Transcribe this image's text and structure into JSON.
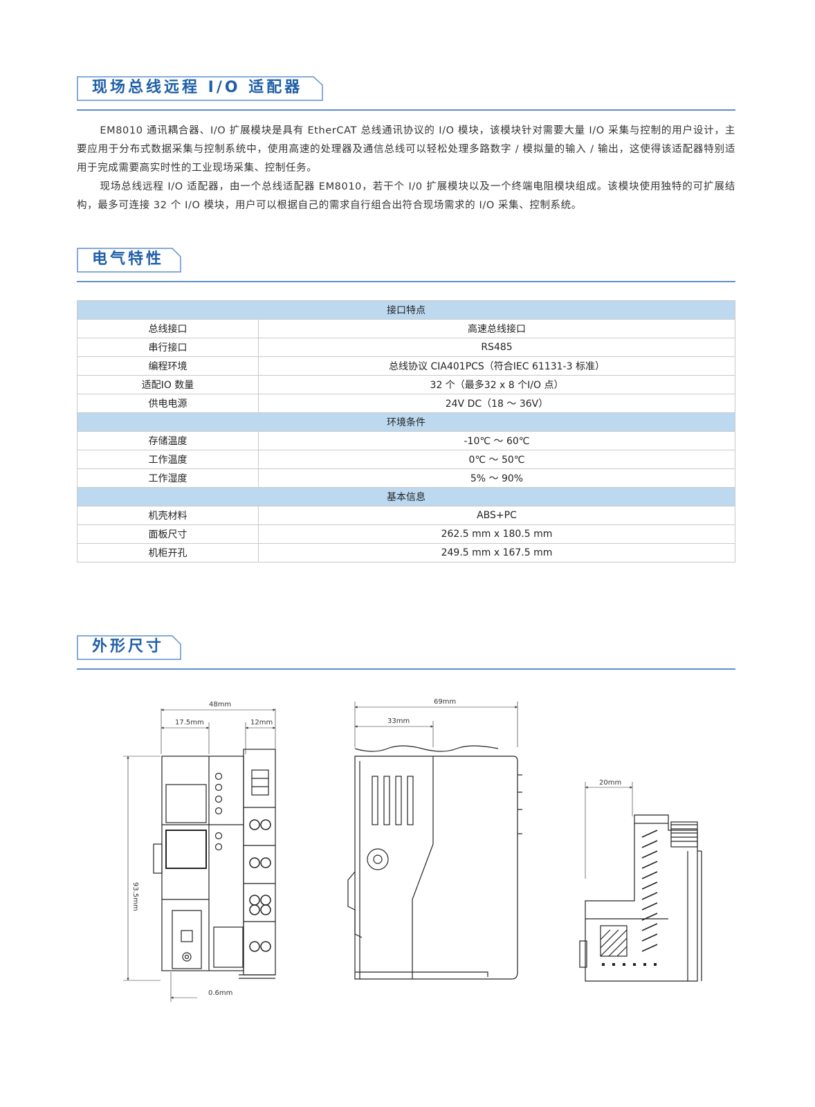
{
  "section1": {
    "title": "现场总线远程 I/O 适配器",
    "paragraphs": [
      "EM8010 通讯耦合器、I/O 扩展模块是具有 EtherCAT 总线通讯协议的 I/O 模块，该模块针对需要大量 I/O 采集与控制的用户设计，主要应用于分布式数据采集与控制系统中，使用高速的处理器及通信总线可以轻松处理多路数字 / 模拟量的输入 / 输出，这使得该适配器特别适用于完成需要高实时性的工业现场采集、控制任务。",
      "现场总线远程 I/O 适配器，由一个总线适配器 EM8010，若干个 I/0 扩展模块以及一个终端电阻模块组成。该模块使用独特的可扩展结构，最多可连接 32 个 I/O 模块，用户可以根据自己的需求自行组合出符合现场需求的 I/O 采集、控制系统。"
    ]
  },
  "section2": {
    "title": "电气特性",
    "groups": [
      {
        "name": "接口特点",
        "rows": [
          {
            "k": "总线接口",
            "v": "高速总线接口"
          },
          {
            "k": "串行接口",
            "v": "RS485"
          },
          {
            "k": "编程环境",
            "v": "总线协议 CIA401PCS（符合IEC 61131-3 标准）"
          },
          {
            "k": "适配IO 数量",
            "v": "32 个（最多32 x 8 个I/O 点）"
          },
          {
            "k": "供电电源",
            "v": "24V DC（18 ～ 36V）"
          }
        ]
      },
      {
        "name": "环境条件",
        "rows": [
          {
            "k": "存储温度",
            "v": "-10℃ ～ 60℃"
          },
          {
            "k": "工作温度",
            "v": "0℃ ～ 50℃"
          },
          {
            "k": "工作湿度",
            "v": "5% ～ 90%"
          }
        ]
      },
      {
        "name": "基本信息",
        "rows": [
          {
            "k": "机壳材料",
            "v": "ABS+PC"
          },
          {
            "k": "面板尺寸",
            "v": "262.5 mm x 180.5 mm"
          },
          {
            "k": "机柜开孔",
            "v": "249.5 mm x 167.5 mm"
          }
        ]
      }
    ]
  },
  "section3": {
    "title": "外形尺寸",
    "dims": {
      "front_width": "48mm",
      "front_left": "17.5mm",
      "front_right": "12mm",
      "front_height": "93.5mm",
      "front_bottom": "0.6mm",
      "side_width": "69mm",
      "side_inner": "33mm",
      "iso_width": "20mm"
    }
  },
  "colors": {
    "accent": "#1f5fa8",
    "rule": "#5d8fc9",
    "table_group_bg": "#bcd9f0"
  }
}
